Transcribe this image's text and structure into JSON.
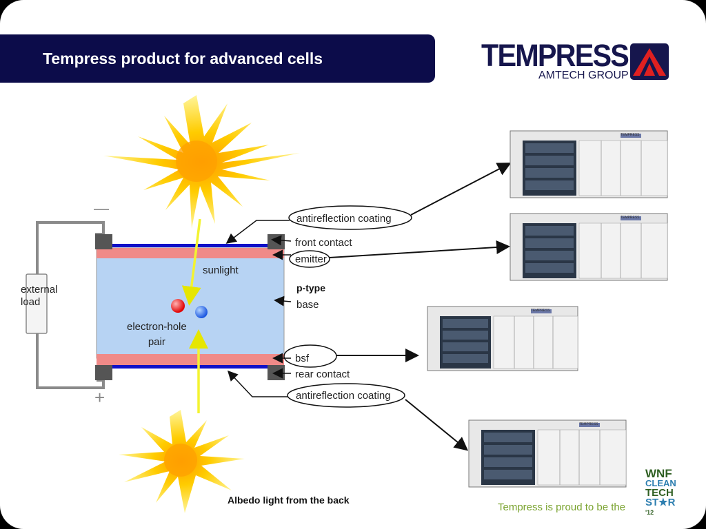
{
  "slide": {
    "title": "Tempress product for advanced cells"
  },
  "logo": {
    "word": "TEMPRESS",
    "sub": "AMTECH GROUP",
    "icon": "tempress-flame-icon"
  },
  "diagram": {
    "minus_sign": "—",
    "plus_sign": "+",
    "external_load": "external\nload",
    "sunlight": "sunlight",
    "electron_hole_pair": "electron-hole\npair",
    "labels": {
      "antireflection_top": "antireflection coating",
      "front_contact": "front contact",
      "emitter": "emitter",
      "p_type": "p-type",
      "base": "base",
      "bsf": "bsf",
      "rear_contact": "rear contact",
      "antireflection_bottom": "antireflection coating"
    },
    "equipment_brand": "TEMPRESS",
    "caption": "Albedo light from the back"
  },
  "footer": {
    "proud_text": "Tempress is proud to be the",
    "badge_lines": [
      "WNF",
      "CLEAN",
      "TECH",
      "ST★R",
      "'12"
    ]
  },
  "colors": {
    "title_bar": "#0c0c4a",
    "cell_body": "#b7d3f3",
    "cell_layer": "#f08a88",
    "contact_line": "#1010c8",
    "sun": "#ffcc00",
    "light_arrow": "#f3f330"
  }
}
